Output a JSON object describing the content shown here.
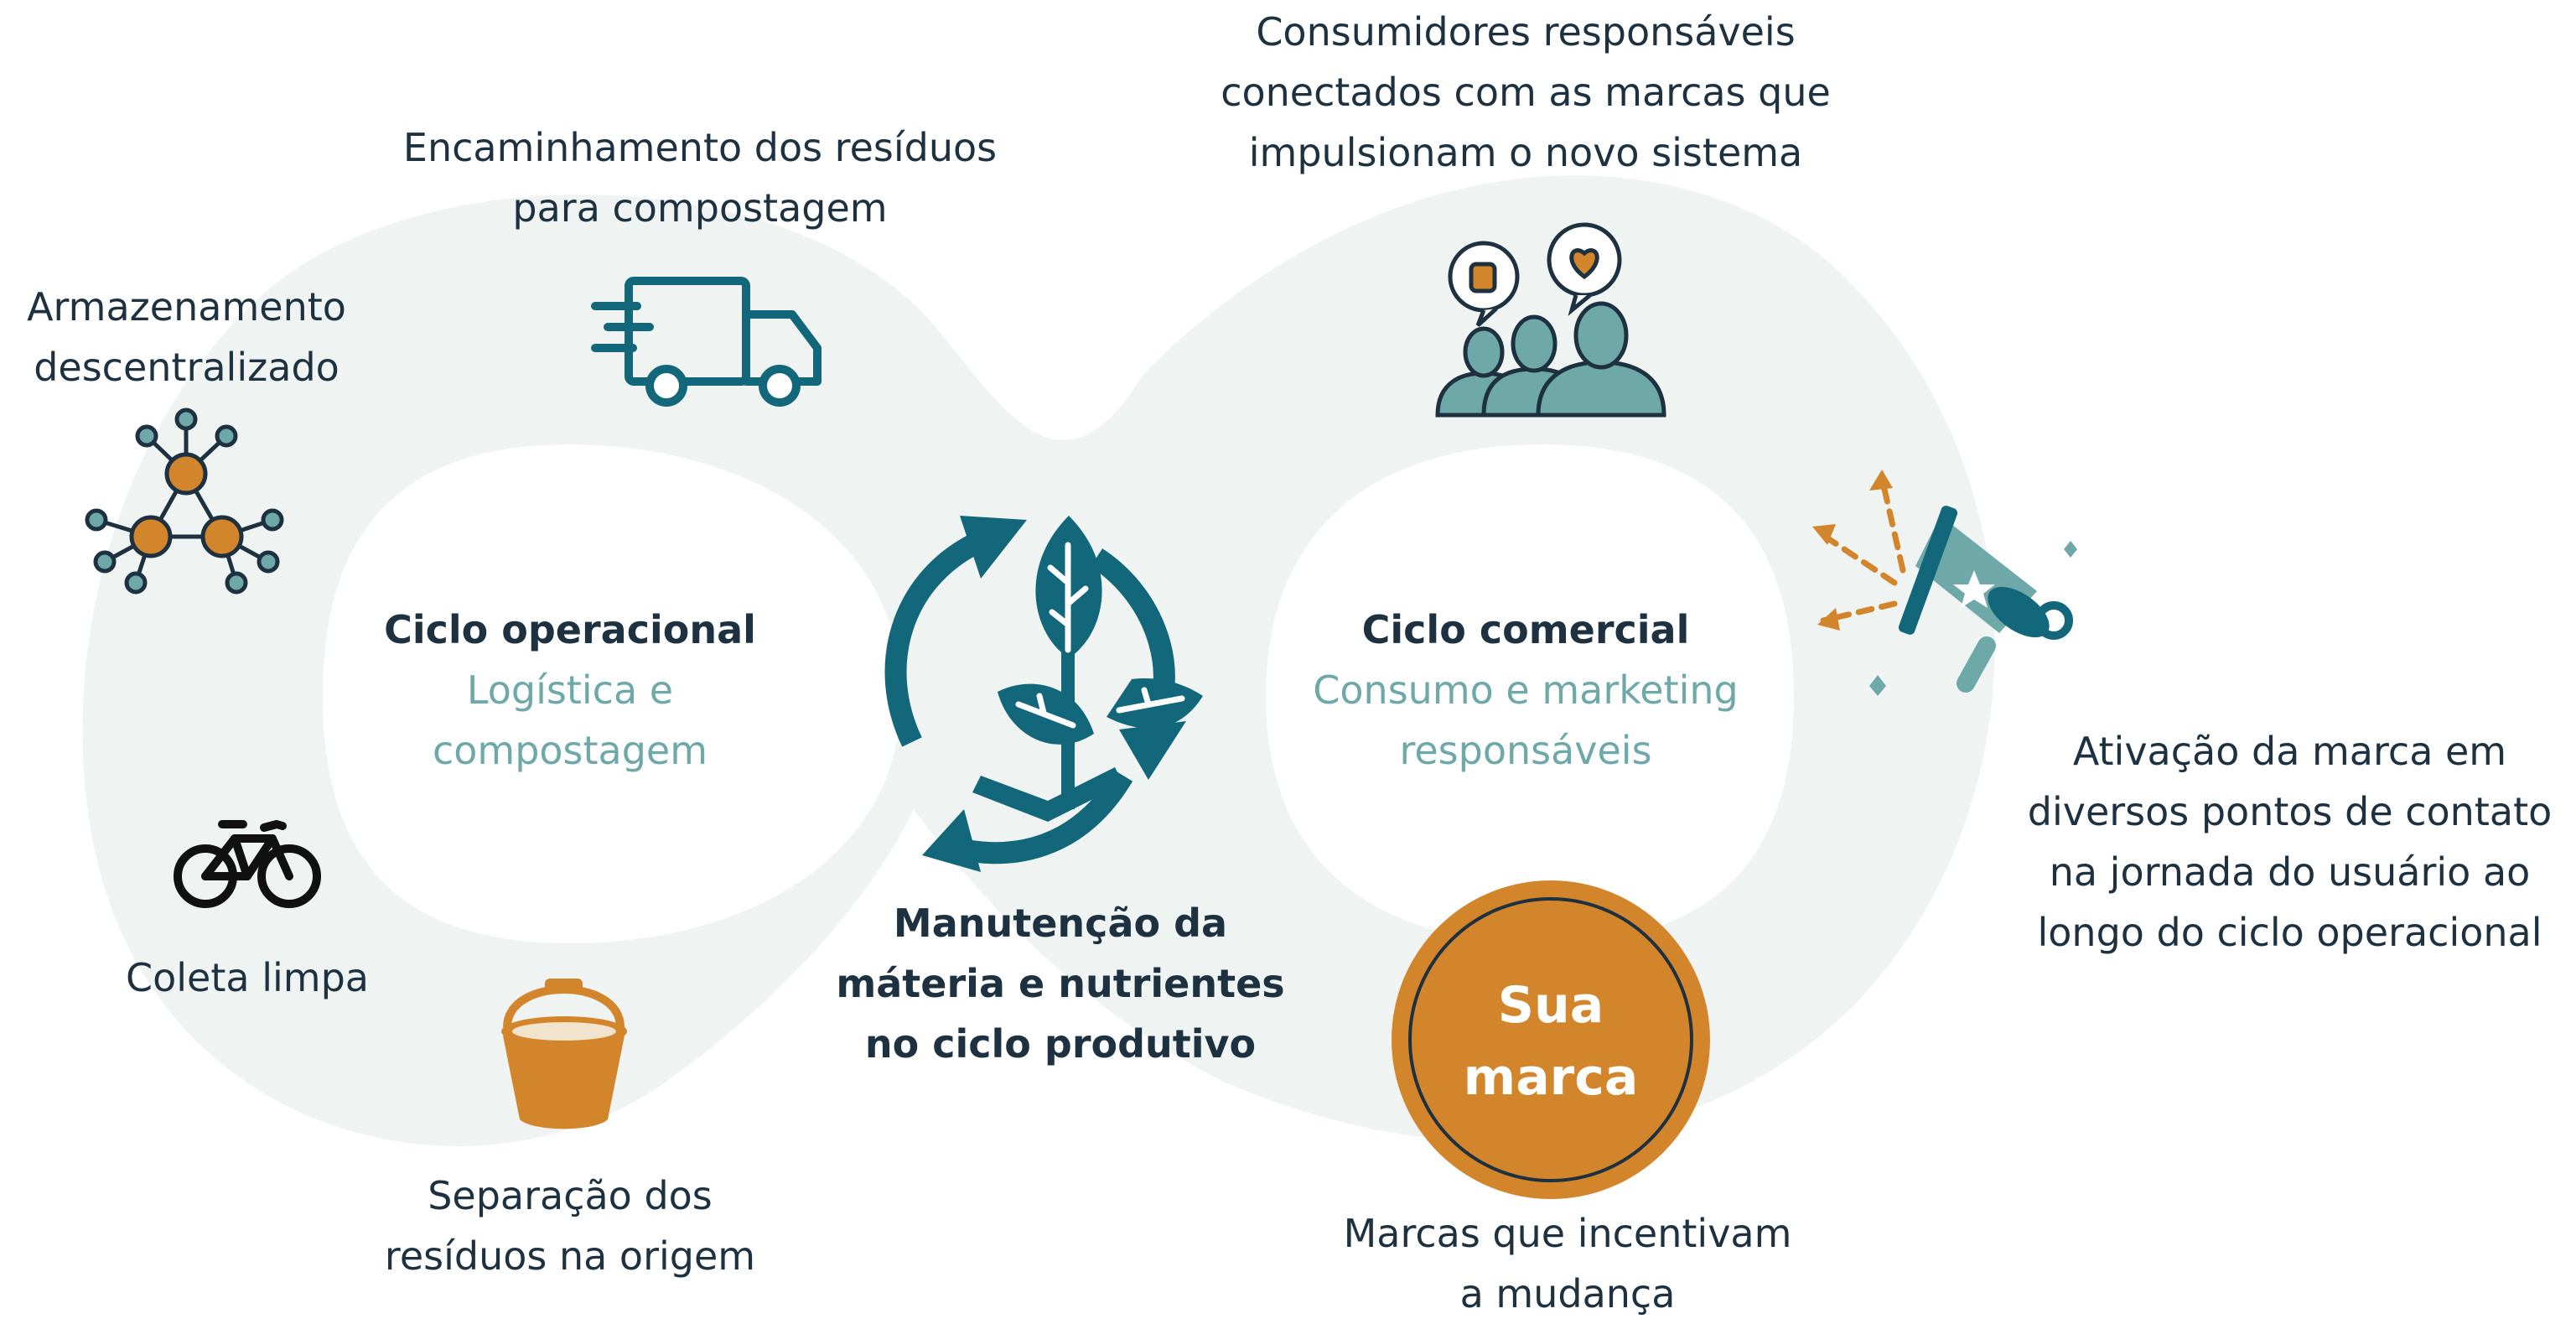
{
  "colors": {
    "background": "#ffffff",
    "infinity_band": "#eff4f3",
    "teal_dark": "#13677a",
    "teal_light": "#6ea8a8",
    "orange": "#d3852b",
    "text_dark": "#1d3140"
  },
  "labels": {
    "encaminhamento": "Encaminhamento dos resíduos\npara compostagem",
    "consumidores": "Consumidores responsáveis\nconectados com as marcas que\nimpulsionam o novo sistema",
    "armazenamento": "Armazenamento\ndescentralizado",
    "coleta": "Coleta limpa",
    "separacao": "Separação dos\nresíduos na origem",
    "manutencao": "Manutenção da\nmáteria e nutrientes\nno ciclo produtivo",
    "ativacao": "Ativação da marca em\ndiversos pontos de contato\nna jornada do usuário ao\nlongo do ciclo operacional",
    "marcas": "Marcas que incentivam\na mudança"
  },
  "cycles": {
    "operacional": {
      "title": "Ciclo operacional",
      "subtitle": "Logística e\ncompostagem"
    },
    "comercial": {
      "title": "Ciclo comercial",
      "subtitle": "Consumo e marketing\nresponsáveis"
    }
  },
  "brand_badge": {
    "text": "Sua\nmarca"
  },
  "icons": [
    "delivery-truck-icon",
    "people-with-speech-bubbles-icon",
    "network-nodes-icon",
    "bicycle-icon",
    "bucket-icon",
    "recycling-plant-icon",
    "megaphone-icon"
  ]
}
